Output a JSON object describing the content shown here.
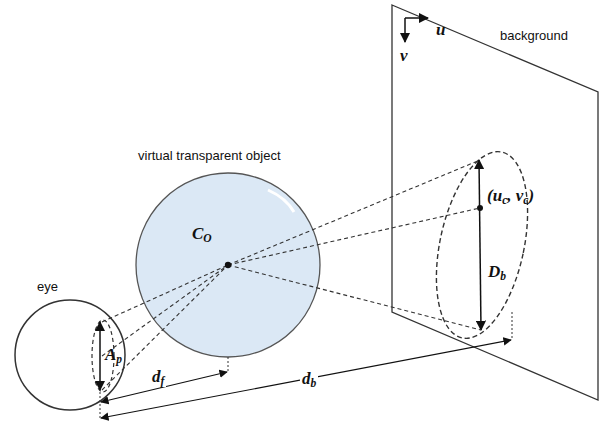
{
  "diagram": {
    "nodes": [
      {
        "text": [
          "eye",
          "Ap"
        ]
      },
      {
        "text": [
          "virtual transparent object",
          "CO"
        ]
      },
      {
        "text": [
          "background",
          "u",
          "v",
          "(uc, vc)",
          "Db"
        ]
      }
    ],
    "labels": [
      "df",
      "db"
    ]
  }
}
